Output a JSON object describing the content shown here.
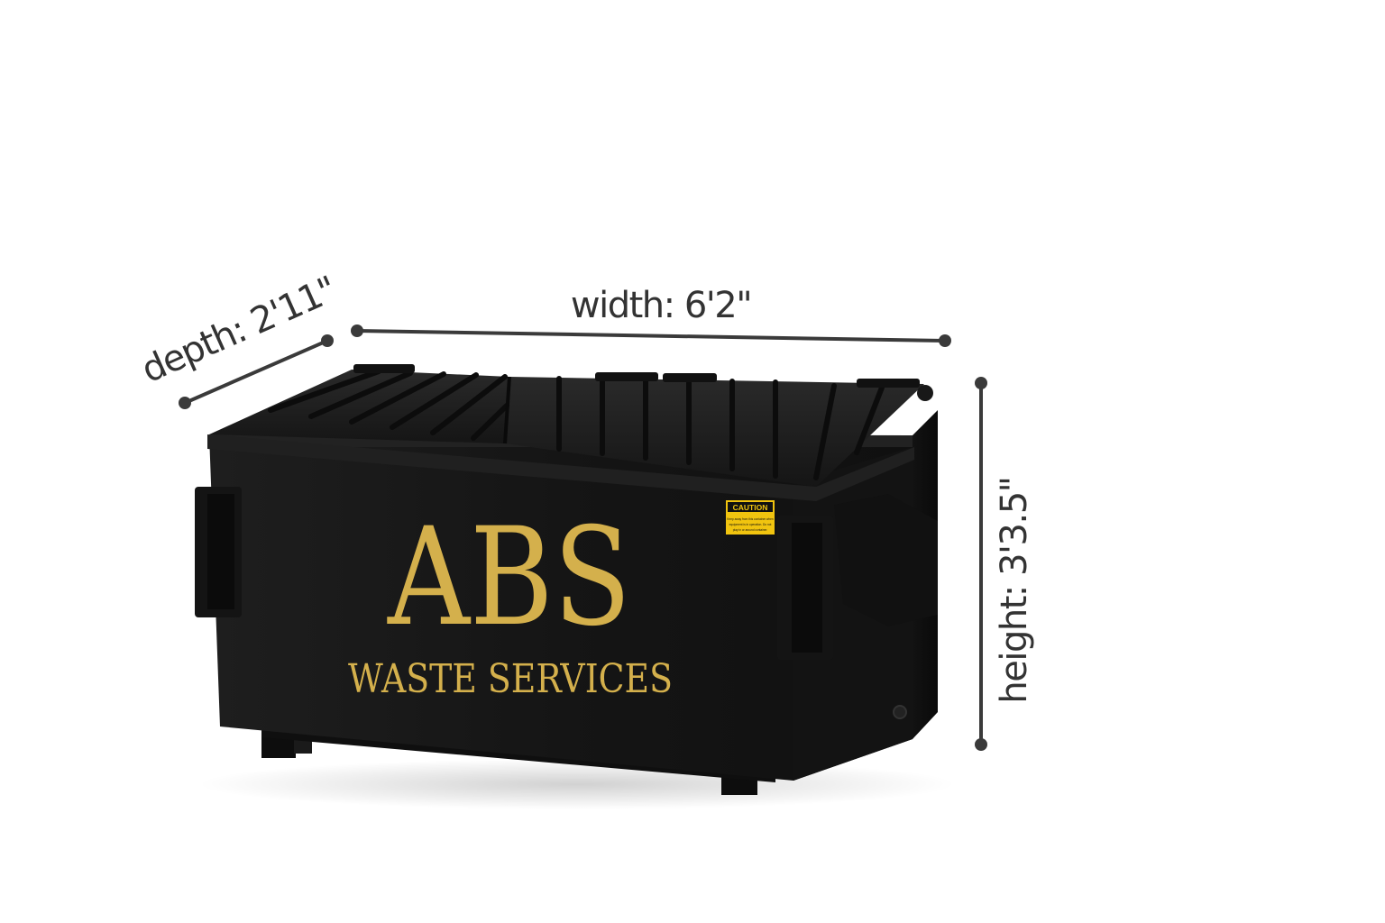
{
  "dimensions": {
    "depth_label": "depth: 2'11\"",
    "width_label": "width: 6'2\"",
    "height_label": "height: 3'3.5\""
  },
  "dumpster": {
    "brand_main": "ABS",
    "brand_sub": "WASTE SERVICES",
    "caution_title": "CAUTION",
    "caution_text_1": "Keep away from this container when",
    "caution_text_2": "equipment is in operation. Do not",
    "caution_text_3": "play in or around container."
  },
  "colors": {
    "background": "#ffffff",
    "body": "#151515",
    "lid": "#1b1b1b",
    "gold": "#d4b04c",
    "dimension_line": "#3a3a3a",
    "caution_yellow": "#f1c40f"
  }
}
